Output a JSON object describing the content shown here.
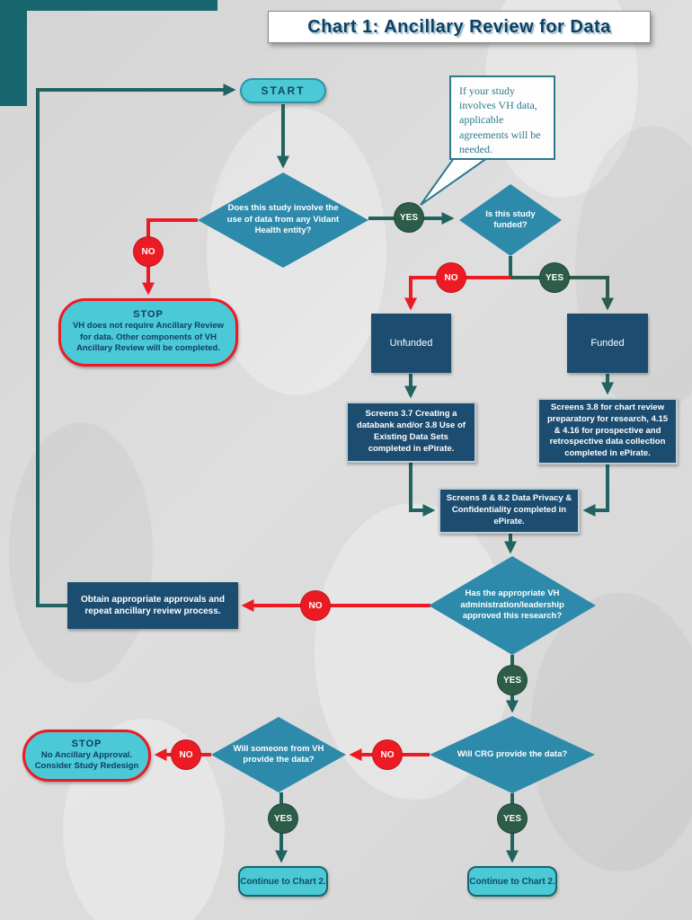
{
  "title": "Chart 1:  Ancillary Review for Data",
  "badges": {
    "yes": "YES",
    "no": "NO"
  },
  "callout": {
    "text": "If your study involves VH data, applicable agreements will be needed."
  },
  "nodes": {
    "start": "START",
    "q_vidant_data": "Does this study involve the use of data from any Vidant Health entity?",
    "q_funded": "Is this study funded?",
    "stop_no_review": {
      "title": "STOP",
      "body": "VH does not require Ancillary Review for data. Other components of VH Ancillary Review will be completed."
    },
    "unfunded": "Unfunded",
    "funded": "Funded",
    "screens_unfunded": "Screens 3.7 Creating a databank and/or 3.8 Use of Existing Data Sets completed in ePirate.",
    "screens_funded": "Screens 3.8 for chart review preparatory for research, 4.15 & 4.16 for prospective and retrospective data collection completed in ePirate.",
    "screens_privacy": "Screens 8 & 8.2 Data Privacy & Confidentiality completed in ePirate.",
    "q_admin_approved": "Has the appropriate VH administration/leadership approved this research?",
    "obtain_approvals": "Obtain appropriate approvals and repeat ancillary review process.",
    "q_crg_provide": "Will CRG provide the data?",
    "q_vh_provide": "Will someone from VH provide the data?",
    "stop_redesign": {
      "title": "STOP",
      "body": "No Ancillary Approval. Consider Study Redesign"
    },
    "continue_left": "Continue to Chart 2.",
    "continue_right": "Continue to Chart 2."
  },
  "colors": {
    "diamond": "#2E8AAB",
    "rectangle": "#1C4D70",
    "cyan_node": "#4CC9D6",
    "teal_line": "#216360",
    "yes_green": "#2D5C49",
    "no_red": "#EC1B23",
    "frame_teal": "#17666D"
  }
}
